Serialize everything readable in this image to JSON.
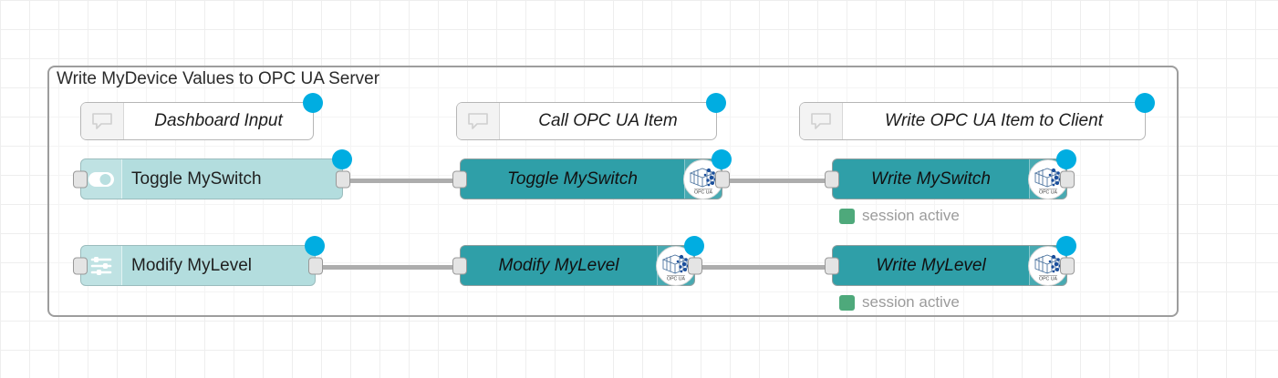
{
  "canvas": {
    "grid_minor_color": "#eeeeee",
    "grid_major_color": "#e2e2e2",
    "background": "#ffffff"
  },
  "group": {
    "label": "Write MyDevice Values to OPC UA Server",
    "border_color": "#9d9d9d"
  },
  "palette": {
    "dashboard_node_color": "#b3ddde",
    "opcua_node_color": "#2f9fa8",
    "comment_node_color": "#ffffff",
    "selected_dot_color": "#00ade1",
    "status_ok_color": "#4ea97b",
    "wire_color": "#adadad"
  },
  "comments": [
    {
      "label": "Dashboard Input",
      "icon": "comment-bubble-icon"
    },
    {
      "label": "Call OPC UA Item",
      "icon": "comment-bubble-icon"
    },
    {
      "label": "Write OPC UA Item to Client",
      "icon": "comment-bubble-icon"
    }
  ],
  "rows": [
    {
      "name": "switch-row",
      "dashboard_node": {
        "label": "Toggle MySwitch",
        "icon": "toggle-switch-icon"
      },
      "call_node": {
        "label": "Toggle MySwitch",
        "icon": "opcua-logo-icon"
      },
      "write_node": {
        "label": "Write MySwitch",
        "icon": "opcua-logo-icon"
      },
      "status": {
        "text": "session active",
        "color": "#4ea97b"
      }
    },
    {
      "name": "level-row",
      "dashboard_node": {
        "label": "Modify MyLevel",
        "icon": "slider-icon"
      },
      "call_node": {
        "label": "Modify MyLevel",
        "icon": "opcua-logo-icon"
      },
      "write_node": {
        "label": "Write MyLevel",
        "icon": "opcua-logo-icon"
      },
      "status": {
        "text": "session active",
        "color": "#4ea97b"
      }
    }
  ],
  "badge": {
    "text": "OPC UA"
  }
}
